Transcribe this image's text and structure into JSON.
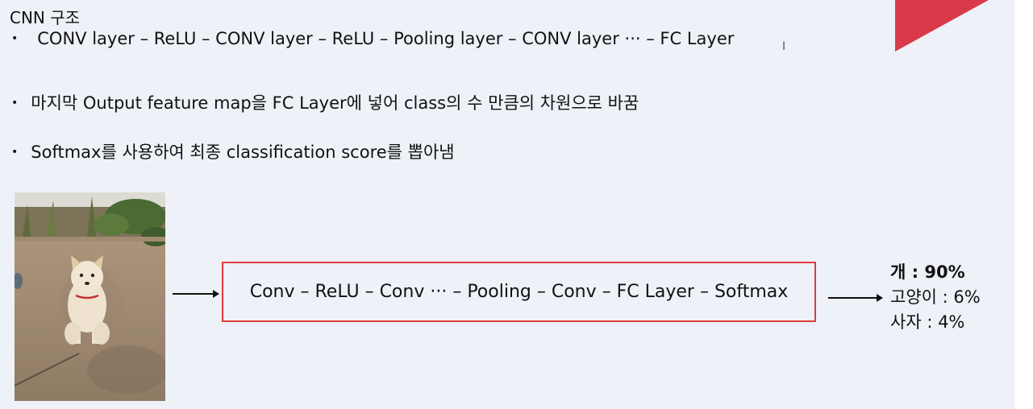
{
  "title": "CNN 구조",
  "bullets": [
    "CONV layer – ReLU – CONV layer – ReLU – Pooling layer – CONV layer ··· – FC Layer",
    "마지막 Output feature map을 FC Layer에 넣어 class의 수 만큼의 차원으로 바꿈",
    "Softmax를 사용하여 최종 classification score를 뽑아냄"
  ],
  "bullet_symbol": "•",
  "pipeline_label": "Conv – ReLU – Conv ··· – Pooling – Conv – FC Layer – Softmax",
  "results": [
    "개 : 90%",
    "고양이 : 6%",
    "사자 : 4%"
  ],
  "colors": {
    "background": "#eef1f7",
    "accent_red": "#d93a4a",
    "box_border": "#e03b3b"
  }
}
